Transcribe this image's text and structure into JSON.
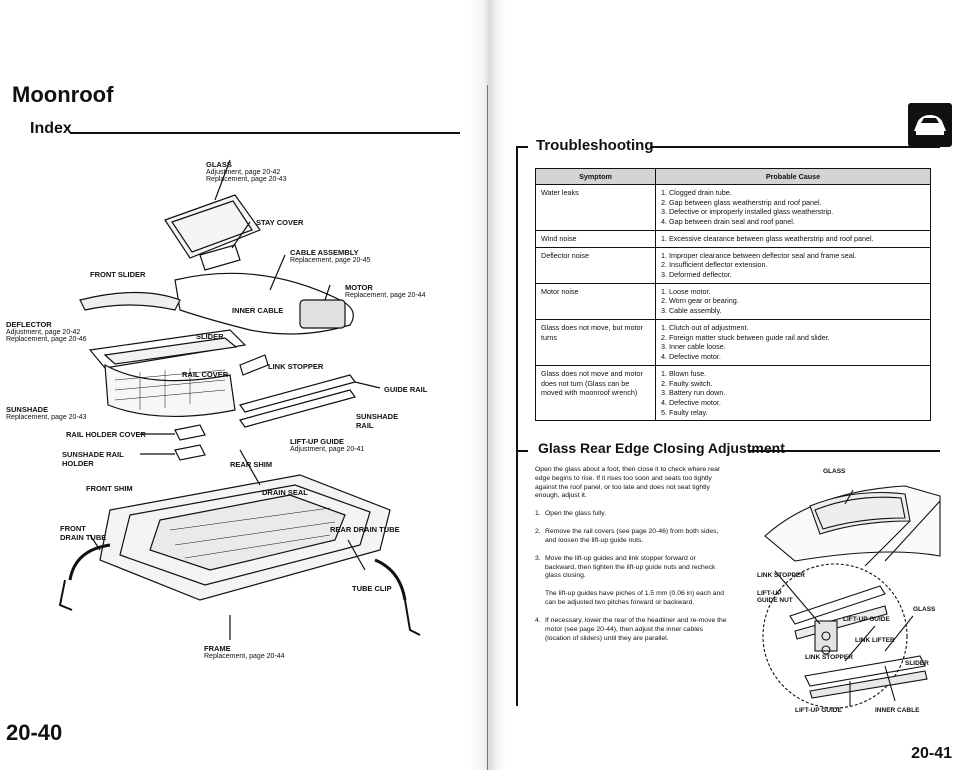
{
  "left": {
    "title": "Moonroof",
    "subtitle": "Index",
    "page_number": "20-40",
    "labels": {
      "glass": "GLASS",
      "glass_adj": "Adjustment, page 20-42",
      "glass_rep": "Replacement, page 20-43",
      "stay_cover": "STAY COVER",
      "cable_assembly": "CABLE ASSEMBLY",
      "cable_assembly_rep": "Replacement, page 20-45",
      "front_slider": "FRONT SLIDER",
      "motor": "MOTOR",
      "motor_rep": "Replacement, page 20-44",
      "inner_cable": "INNER CABLE",
      "deflector": "DEFLECTOR",
      "deflector_adj": "Adjustment, page 20-42",
      "deflector_rep": "Replacement, page 20-46",
      "slider": "SLIDER",
      "link_stopper": "LINK STOPPER",
      "rail_cover": "RAIL COVER",
      "guide_rail": "GUIDE RAIL",
      "sunshade": "SUNSHADE",
      "sunshade_rep": "Replacement, page 20-43",
      "sunshade_rail": "SUNSHADE RAIL",
      "rail_holder_cover": "RAIL HOLDER COVER",
      "sunshade_rail_holder": "SUNSHADE RAIL HOLDER",
      "lift_up_guide": "LIFT-UP GUIDE",
      "lift_up_guide_adj": "Adjustment, page 20-41",
      "rear_shim": "REAR SHIM",
      "front_shim": "FRONT SHIM",
      "drain_seal": "DRAIN SEAL",
      "front_drain_tube": "FRONT DRAIN TUBE",
      "rear_drain_tube": "REAR DRAIN TUBE",
      "tube_clip": "TUBE CLIP",
      "frame": "FRAME",
      "frame_rep": "Replacement, page 20-44"
    }
  },
  "right": {
    "page_number": "20-41",
    "troubleshooting": {
      "title": "Troubleshooting",
      "col_symptom": "Symptom",
      "col_cause": "Probable Cause",
      "rows": [
        {
          "symptom": "Water leaks",
          "causes": [
            "1. Clogged drain tube.",
            "2. Gap between glass weatherstrip and roof panel.",
            "3. Defective or improperly installed glass weatherstrip.",
            "4. Gap between drain seal and roof panel."
          ]
        },
        {
          "symptom": "Wind noise",
          "causes": [
            "1. Excessive clearance between glass weatherstrip and roof panel."
          ]
        },
        {
          "symptom": "Deflector noise",
          "causes": [
            "1. Improper clearance between deflector seal and frame seal.",
            "2. Insufficient deflector extension.",
            "3. Deformed deflector."
          ]
        },
        {
          "symptom": "Motor noise",
          "causes": [
            "1. Loose motor.",
            "2. Worn gear or bearing.",
            "3. Cable assembly."
          ]
        },
        {
          "symptom": "Glass does not move, but motor turns",
          "causes": [
            "1. Clutch out of adjustment.",
            "2. Foreign matter stuck between guide rail and slider.",
            "3. Inner cable loose.",
            "4. Defective motor."
          ]
        },
        {
          "symptom": "Glass does not move and motor does not turn (Glass can be moved with moonroof wrench)",
          "causes": [
            "1. Blown fuse.",
            "2. Faulty switch.",
            "3. Battery run down.",
            "4. Defective motor.",
            "5. Faulty relay."
          ]
        }
      ]
    },
    "adjustment": {
      "title": "Glass Rear Edge Closing Adjustment",
      "intro": "Open the glass about a foot, then close it to check where rear edge begins to rise. If it rises too soon and seats too tightly against the roof panel, or too late and does not seat tightly enough, adjust it.",
      "step1": "Open the glass fully.",
      "step2": "Remove the rail covers (see page 20-46) from both sides, and loosen the lift-up guide nuts.",
      "step3": "Move the lift-up guides and link stopper forward or backward, then tighten the lift-up guide nuts and recheck glass closing.",
      "step3b": "The lift-up guides have piches of 1.5 mm (0.06 in) each and can be adjusted two pitches forward or backward.",
      "step4": "If necessary, lower the rear of the headliner and re-move the motor (see page 20-44), then adjust the inner cables (location of sliders) until they are parallel.",
      "fig": {
        "glass_top": "GLASS",
        "link_stopper_top": "LINK STOPPER",
        "lift_up_guide_nut": "LIFT-UP GUIDE NUT",
        "lift_up_guide_mid": "LIFT-UP GUIDE",
        "glass_right": "GLASS",
        "link_lifter": "LINK LIFTER",
        "link_stopper_bot": "LINK STOPPER",
        "slider": "SLIDER",
        "lift_up_guide_bot": "LIFT-UP GUIDE",
        "inner_cable": "INNER CABLE"
      }
    }
  }
}
